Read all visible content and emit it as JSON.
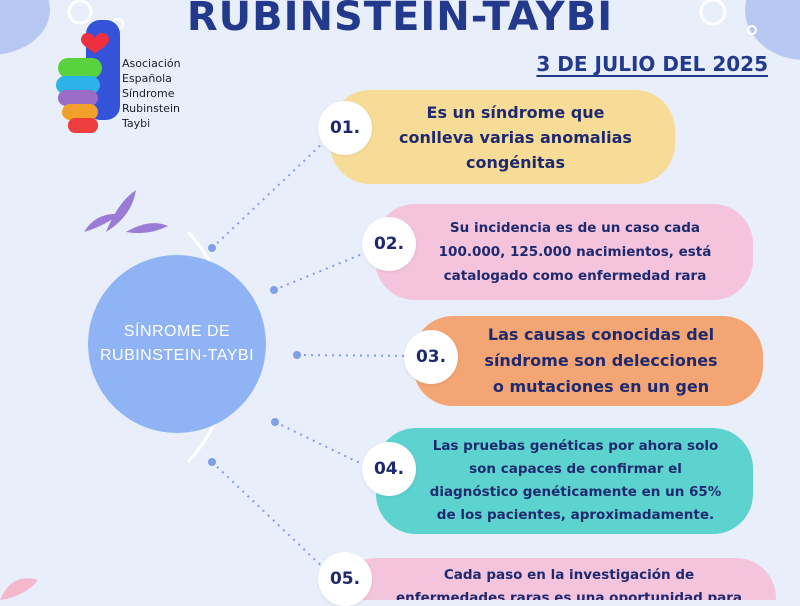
{
  "header": {
    "title": "RUBINSTEIN-TAYBI",
    "date": "3 DE JULIO DEL 2025"
  },
  "logo": {
    "lines": [
      "Asociación",
      "Española",
      "Síndrome",
      "Rubinstein",
      "Taybi"
    ]
  },
  "center": {
    "line1": "SÍNROME DE",
    "line2": "RUBINSTEIN-TAYBI"
  },
  "items": [
    {
      "number": "01.",
      "lines": [
        "Es un síndrome que",
        "conlleva varias anomalias",
        "congénitas"
      ],
      "color": "#f7dc98"
    },
    {
      "number": "02.",
      "lines": [
        "Su incidencia es de un caso cada",
        "100.000, 125.000 nacimientos, está",
        "catalogado como enfermedad rara"
      ],
      "color": "#f4c3dc"
    },
    {
      "number": "03.",
      "lines": [
        "Las causas conocidas del",
        "síndrome son delecciones",
        "o mutaciones en un gen"
      ],
      "color": "#f3a573"
    },
    {
      "number": "04.",
      "lines": [
        "Las pruebas genéticas por ahora solo",
        "son capaces de confirmar el",
        "diagnóstico genéticamente en un 65%",
        "de los pacientes, aproximadamente."
      ],
      "color": "#5dd3d0"
    },
    {
      "number": "05.",
      "lines": [
        "Cada paso en la investigación de",
        "enfermedades raras es una oportunidad para"
      ],
      "color": "#f4c3dc"
    }
  ],
  "colors": {
    "title": "#233a8c",
    "background": "#e9eefb",
    "center_circle": "#8fb3f5",
    "connector": "#7f9fe6"
  },
  "icons": [
    "thumbs-up-logo-icon",
    "heart-icon",
    "bubble-decoration-icon",
    "petal-decoration-icon"
  ]
}
